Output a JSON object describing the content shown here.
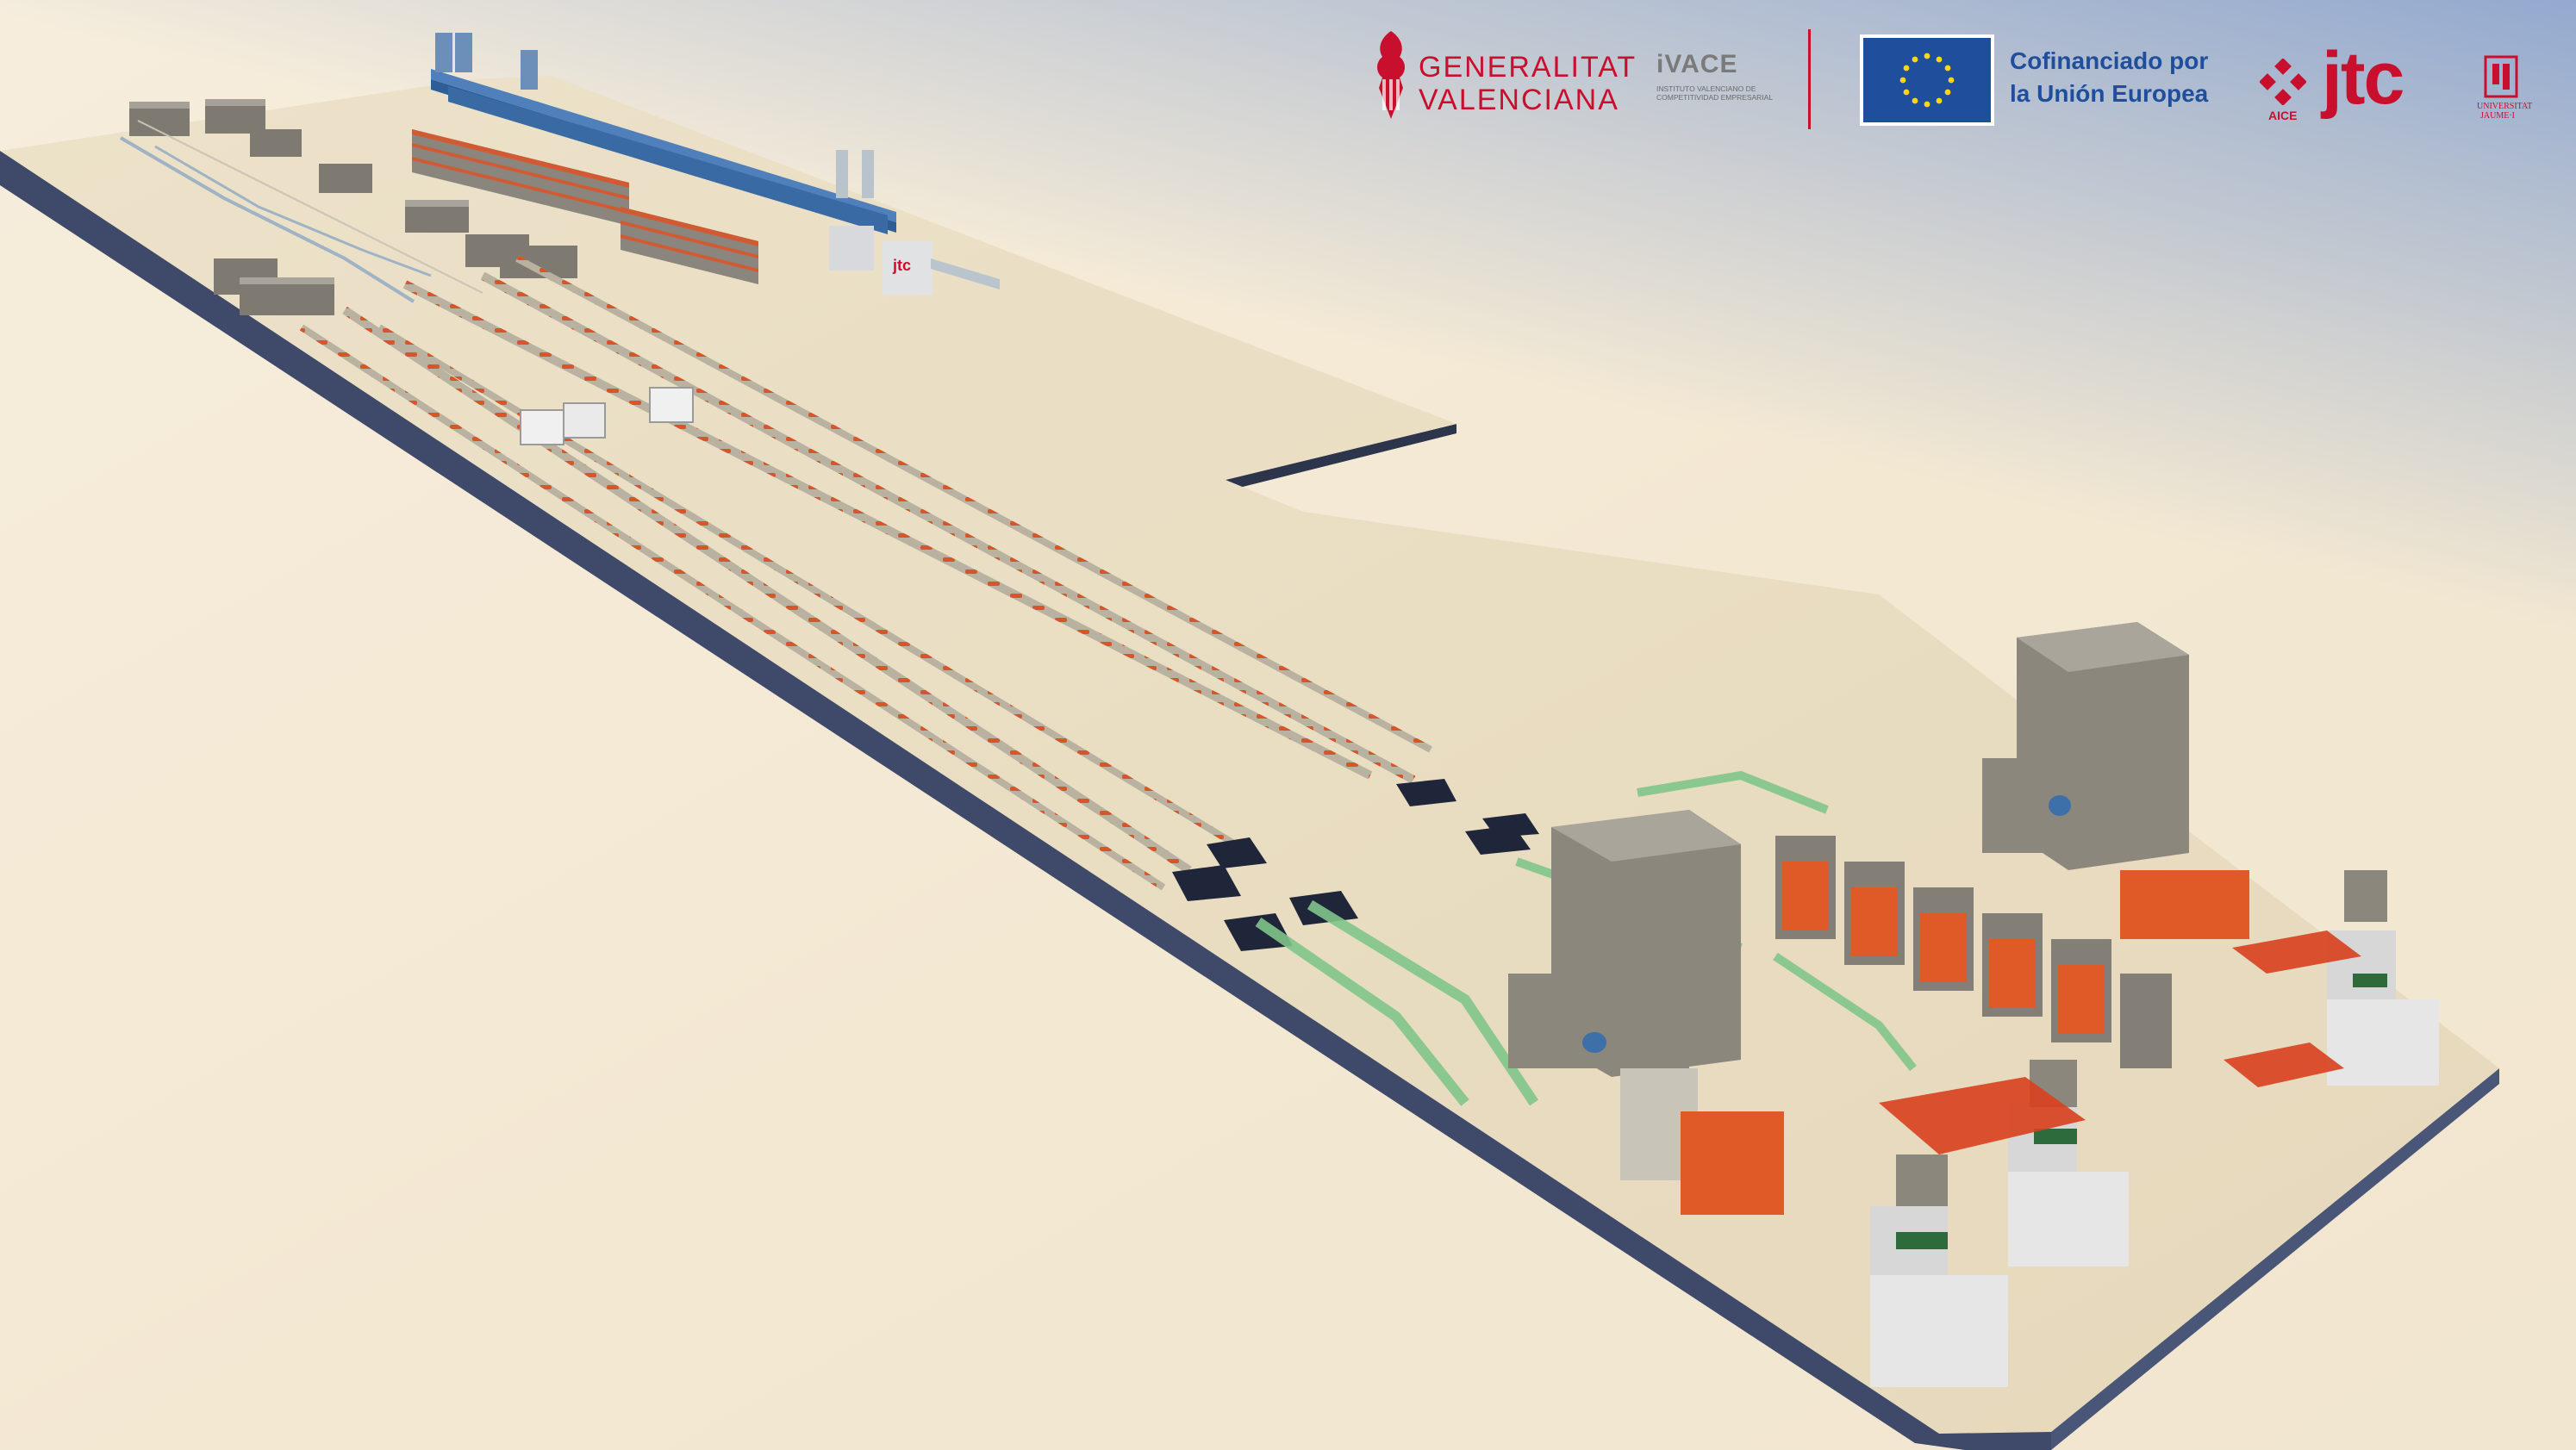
{
  "scene": {
    "description_type": "3D render of ceramic tile production plant layout",
    "colors": {
      "sky_top": "#8fa4c8",
      "sky_bottom": "#f4ead6",
      "floor": "#e9ddc2",
      "floor_edge": "#3c4868",
      "machine_gray": "#8c887e",
      "kiln_blue": "#3f6ea8",
      "accent_red": "#d8401e",
      "conveyor_green": "#7fc58a"
    }
  },
  "logos": {
    "generalitat_line1": "GENERALITAT",
    "generalitat_line2": "VALENCIANA",
    "ivace_name": "iVACE",
    "ivace_sub1": "INSTITUTO VALENCIANO DE",
    "ivace_sub2": "COMPETITIVIDAD EMPRESARIAL",
    "eu_line1": "Cofinanciado por",
    "eu_line2": "la Unión Europea",
    "aice": "AICE",
    "jtc": "jtc",
    "uji_line1": "UNIVERSITAT",
    "uji_line2": "JAUME·I",
    "machine_badge": "jtc"
  }
}
